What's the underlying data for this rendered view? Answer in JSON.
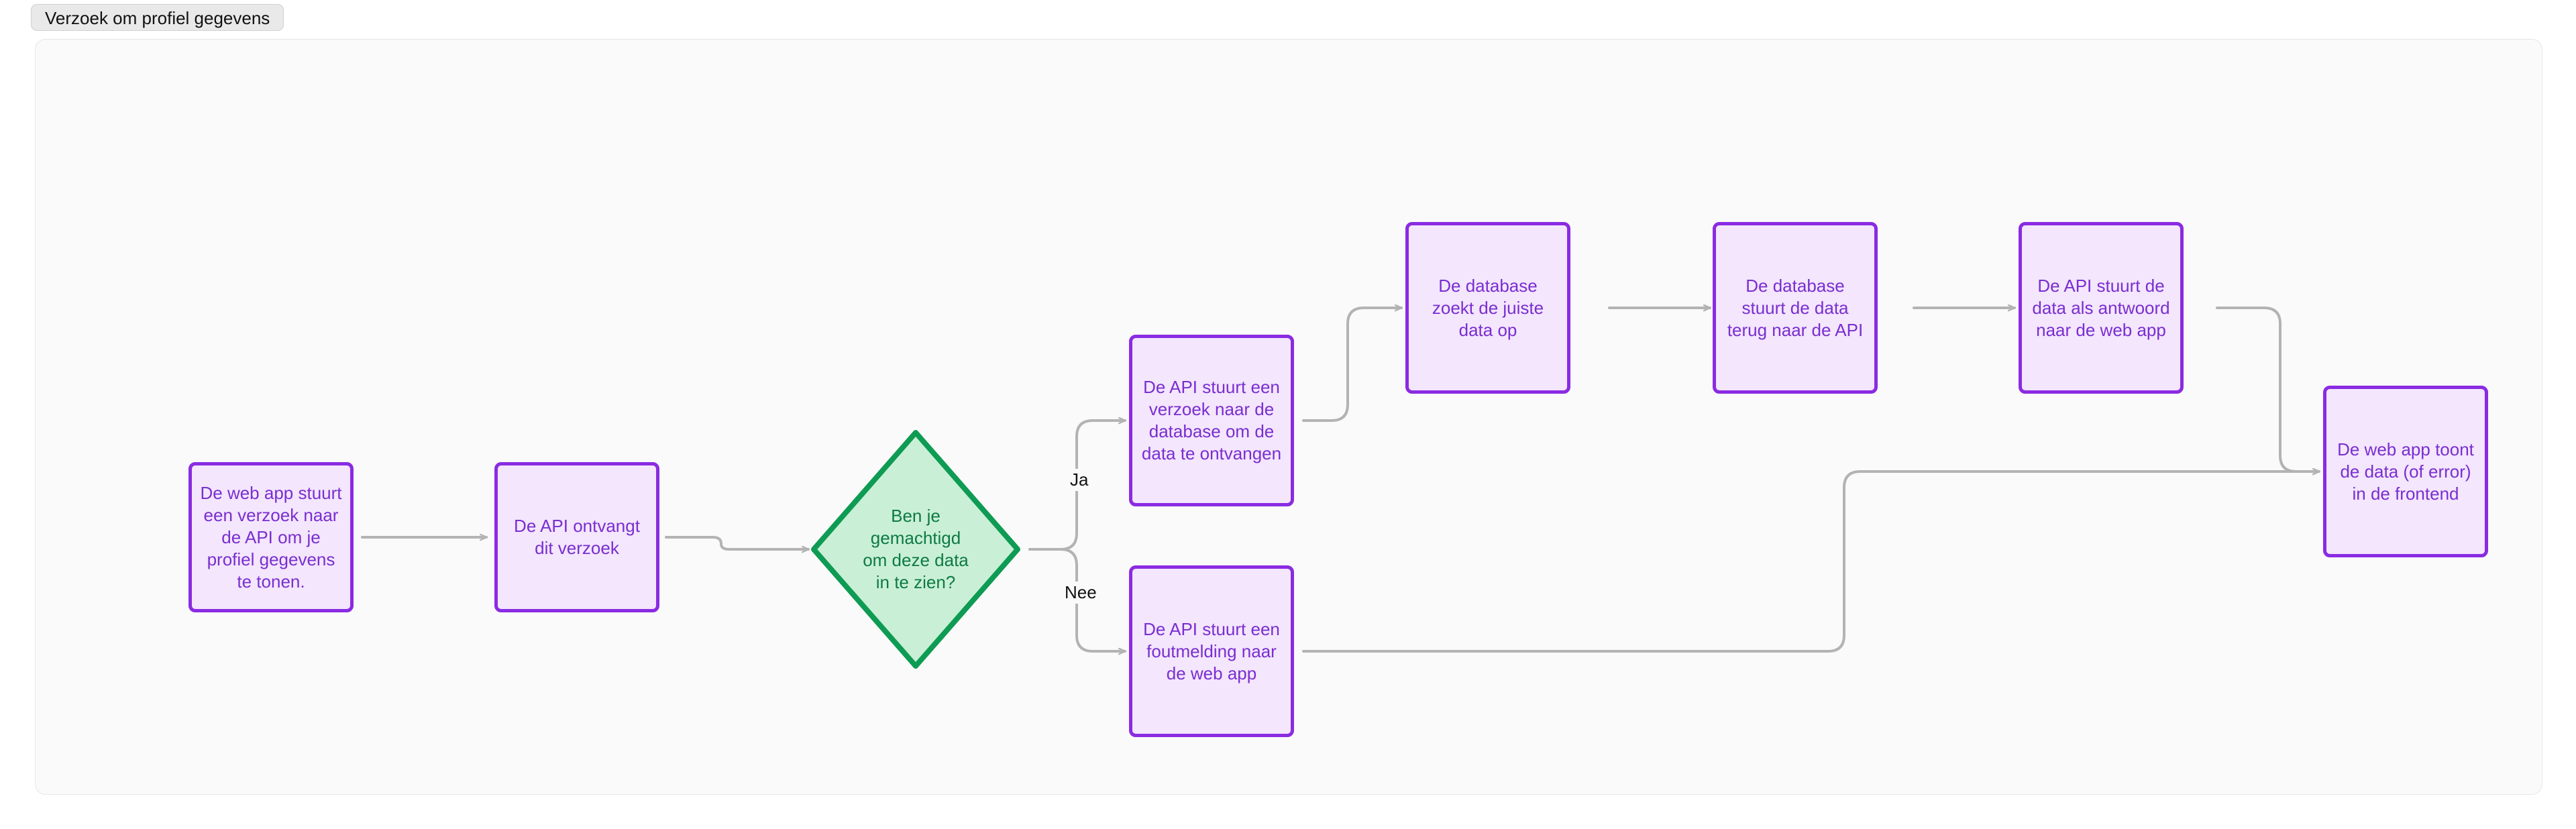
{
  "tab": {
    "label": "Verzoek om profiel gegevens"
  },
  "colors": {
    "canvas_bg": "#fafafa",
    "canvas_border": "#e6e6e6",
    "process_fill": "#f3e6fd",
    "process_border": "#8a2be2",
    "process_text": "#7a2ed0",
    "decision_fill": "#c9f0d6",
    "decision_border": "#0e9b53",
    "decision_text": "#0e7a43",
    "edge_stroke": "#b3b3b3",
    "tab_bg": "#e9e9e9",
    "tab_text": "#111111"
  },
  "diagram": {
    "type": "flowchart",
    "direction": "left-to-right",
    "nodes": [
      {
        "id": "n1",
        "shape": "process",
        "text": "De web app stuurt een verzoek naar de API om je profiel gegevens te tonen."
      },
      {
        "id": "n2",
        "shape": "process",
        "text": "De API ontvangt dit verzoek"
      },
      {
        "id": "d1",
        "shape": "decision",
        "text": "Ben je gemachtigd om deze data in te zien?"
      },
      {
        "id": "n3",
        "shape": "process",
        "text": "De API stuurt een verzoek naar de database om de data te ontvangen"
      },
      {
        "id": "n4",
        "shape": "process",
        "text": "De database zoekt de juiste data op"
      },
      {
        "id": "n5",
        "shape": "process",
        "text": "De database stuurt de data terug naar de API"
      },
      {
        "id": "n6",
        "shape": "process",
        "text": "De API stuurt de data als antwoord naar de web app"
      },
      {
        "id": "n7",
        "shape": "process",
        "text": "De API stuurt een foutmelding naar de web app"
      },
      {
        "id": "n8",
        "shape": "process",
        "text": "De web app toont de data (of error) in de frontend"
      }
    ],
    "edges": [
      {
        "from": "n1",
        "to": "n2",
        "label": ""
      },
      {
        "from": "n2",
        "to": "d1",
        "label": ""
      },
      {
        "from": "d1",
        "to": "n3",
        "label": "Ja"
      },
      {
        "from": "d1",
        "to": "n7",
        "label": "Nee"
      },
      {
        "from": "n3",
        "to": "n4",
        "label": ""
      },
      {
        "from": "n4",
        "to": "n5",
        "label": ""
      },
      {
        "from": "n5",
        "to": "n6",
        "label": ""
      },
      {
        "from": "n6",
        "to": "n8",
        "label": ""
      },
      {
        "from": "n7",
        "to": "n8",
        "label": ""
      }
    ],
    "edge_labels": {
      "yes": "Ja",
      "no": "Nee"
    }
  }
}
